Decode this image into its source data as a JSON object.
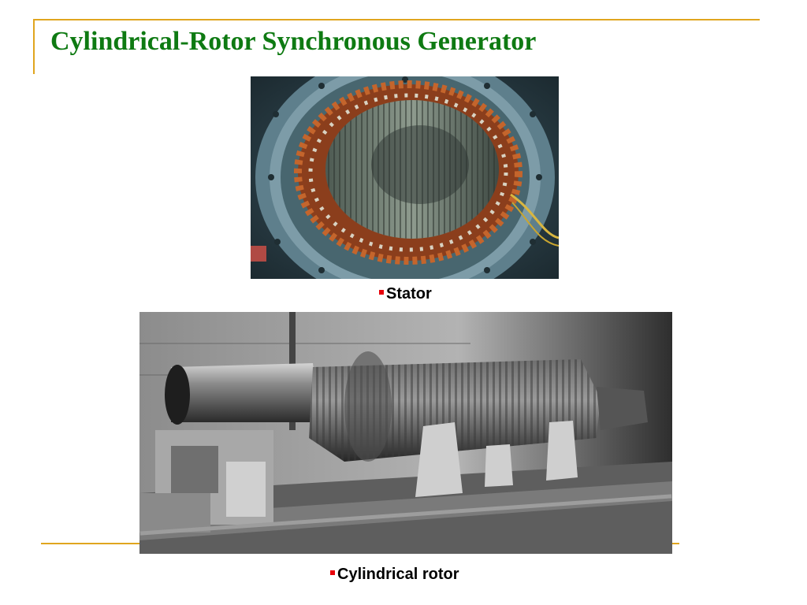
{
  "slide": {
    "title": "Cylindrical-Rotor Synchronous Generator",
    "accent_color": "#e0a51e",
    "title_color": "#0e7a12",
    "bullet_color": "#e8000b"
  },
  "figures": [
    {
      "id": "stator",
      "caption": "Stator",
      "icon": "square-bullet-icon"
    },
    {
      "id": "rotor",
      "caption": "Cylindrical rotor",
      "icon": "square-bullet-icon"
    }
  ]
}
